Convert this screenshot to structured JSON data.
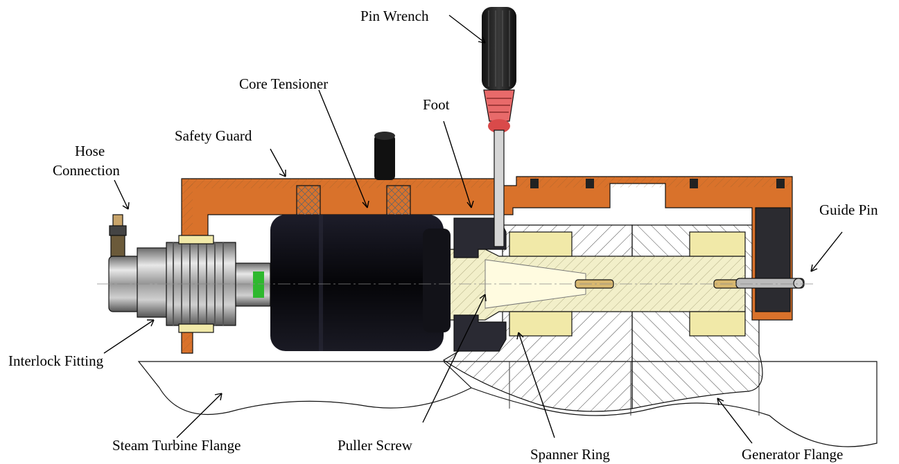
{
  "labels": {
    "pin_wrench": "Pin Wrench",
    "core_tensioner": "Core Tensioner",
    "foot": "Foot",
    "safety_guard": "Safety Guard",
    "hose_connection_line1": "Hose",
    "hose_connection_line2": "Connection",
    "guide_pin": "Guide Pin",
    "interlock_fitting": "Interlock Fitting",
    "steam_turbine_flange": "Steam Turbine Flange",
    "puller_screw": "Puller Screw",
    "spanner_ring": "Spanner Ring",
    "generator_flange": "Generator Flange"
  },
  "colors": {
    "guard": "#D9722B",
    "tensioner": "#0B0B12",
    "screw": "#F2EFC9",
    "nut": "#F1E9A8",
    "foot": "#2A2A33",
    "flange_hatch": "#FFFFFF",
    "seal_green": "#2EB82E",
    "wrench_pink": "#E86A6A"
  }
}
